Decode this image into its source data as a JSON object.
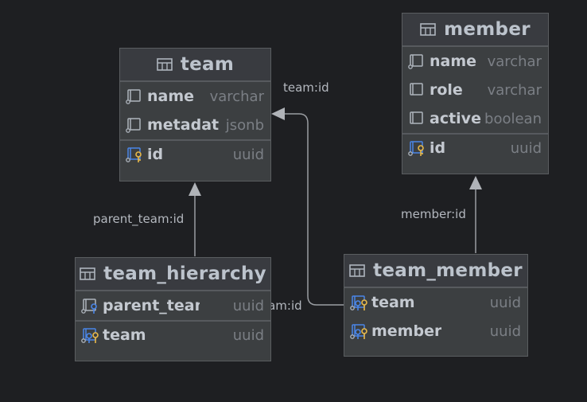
{
  "tables": {
    "team": {
      "title": "team",
      "columns": [
        {
          "name": "name",
          "type": "varchar"
        },
        {
          "name": "metadata",
          "type": "jsonb"
        }
      ],
      "keys": [
        {
          "name": "id",
          "type": "uuid"
        }
      ]
    },
    "member": {
      "title": "member",
      "columns": [
        {
          "name": "name",
          "type": "varchar"
        },
        {
          "name": "role",
          "type": "varchar"
        },
        {
          "name": "active",
          "type": "boolean"
        }
      ],
      "keys": [
        {
          "name": "id",
          "type": "uuid"
        }
      ]
    },
    "team_hierarchy": {
      "title": "team_hierarchy",
      "columns": [
        {
          "name": "parent_team",
          "type": "uuid"
        }
      ],
      "keys": [
        {
          "name": "team",
          "type": "uuid"
        }
      ]
    },
    "team_member": {
      "title": "team_member",
      "columns": [],
      "keys": [
        {
          "name": "team",
          "type": "uuid"
        },
        {
          "name": "member",
          "type": "uuid"
        }
      ]
    }
  },
  "edges": {
    "parent_team_label": "parent_team:id",
    "member_label": "member:id",
    "team_top_label": "team:id",
    "team_bottom_label": "team:id"
  },
  "colors": {
    "background": "#1e1f22",
    "line": "#9a9da2",
    "key_blue": "#4a86e8",
    "key_yellow": "#e8b94a"
  }
}
